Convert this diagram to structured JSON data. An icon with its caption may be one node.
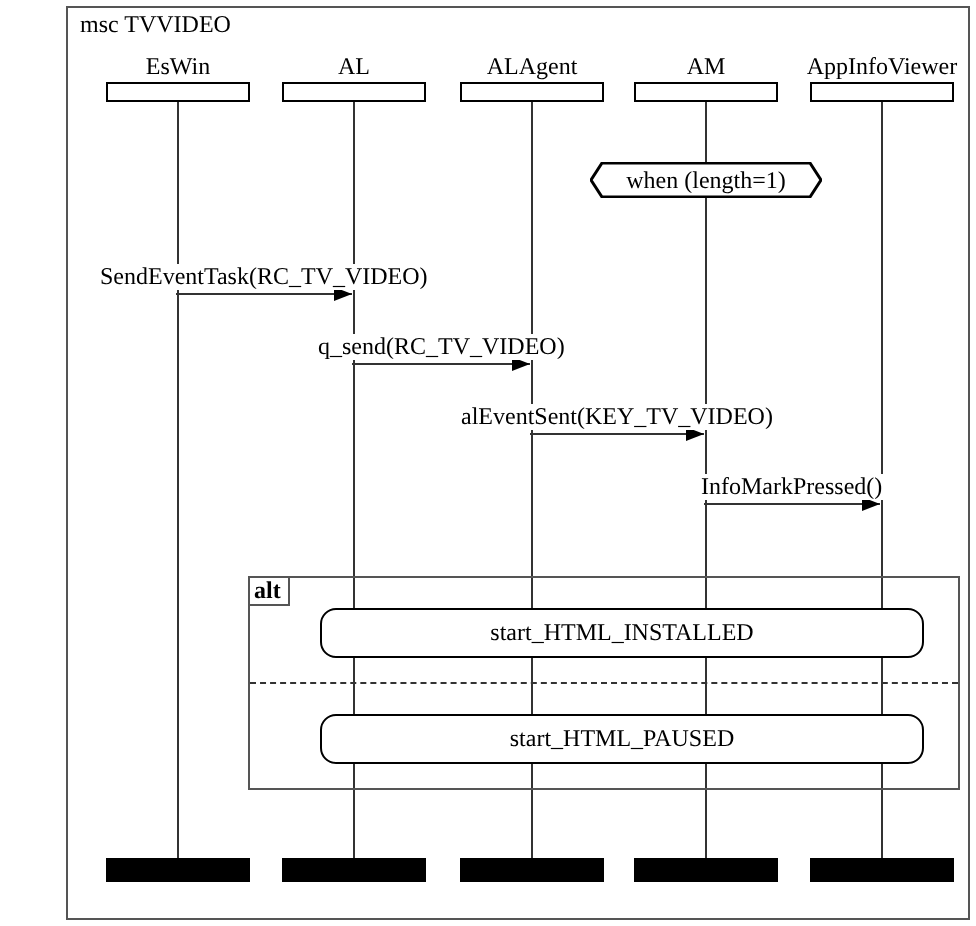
{
  "diagram": {
    "nodes": [
      {
        "text": [
          "msc TVVIDEO"
        ]
      },
      {
        "text": [
          "EsWin"
        ],
        "in": 0
      },
      {
        "text": [
          "AL"
        ],
        "in": 0
      },
      {
        "text": [
          "ALAgent"
        ],
        "in": 0
      },
      {
        "text": [
          "AM"
        ],
        "in": 0
      },
      {
        "text": [
          "AppInfoViewer"
        ],
        "in": 0
      },
      {
        "text": [
          "when (length=1)"
        ],
        "in": 0
      },
      {
        "text": [
          "alt"
        ],
        "in": 0
      },
      {
        "text": [
          "start_HTML_INSTALLED"
        ],
        "in": 7
      },
      {
        "text": [
          "start_HTML_PAUSED"
        ],
        "in": 7
      }
    ],
    "edges": [
      {
        "from": 1,
        "to": 2,
        "arrow": "to",
        "label": "SendEventTask(RC_TV_VIDEO)"
      },
      {
        "from": 2,
        "to": 3,
        "arrow": "to",
        "label": "q_send(RC_TV_VIDEO)"
      },
      {
        "from": 3,
        "to": 4,
        "arrow": "to",
        "label": "alEventSent(KEY_TV_VIDEO)"
      },
      {
        "from": 4,
        "to": 5,
        "arrow": "to",
        "label": "InfoMarkPressed()"
      }
    ]
  }
}
